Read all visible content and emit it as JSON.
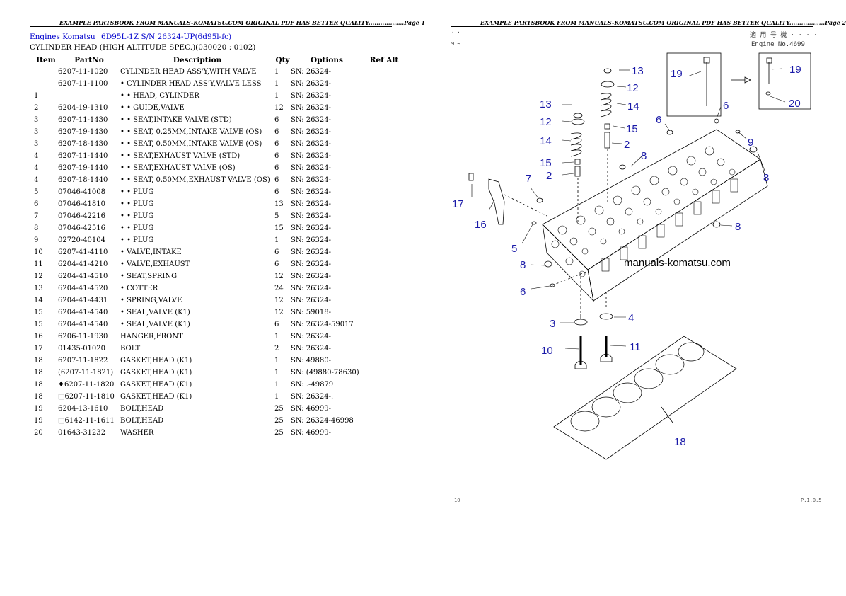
{
  "page1": {
    "header": "EXAMPLE PARTSBOOK FROM MANUALS-KOMATSU.COM ORIGINAL PDF HAS BETTER QUALITY..................Page 1",
    "breadcrumbs": [
      "Engines Komatsu",
      "6D95L-1Z S/N 26324-UP(6d95l-fc)"
    ],
    "subtitle": "CYLINDER HEAD (HIGH ALTITUDE SPEC.)(030020 : 0102)",
    "columns": [
      "Item",
      "PartNo",
      "Description",
      "Qty",
      "Options",
      "Ref Alt"
    ],
    "rows": [
      {
        "item": "",
        "part": "6207-11-1020",
        "desc": "CYLINDER HEAD ASS'Y,WITH VALVE",
        "qty": "1",
        "opt": "SN: 26324-",
        "ref": ""
      },
      {
        "item": "",
        "part": "6207-11-1100",
        "desc": "• CYLINDER HEAD ASS'Y,VALVE LESS",
        "qty": "1",
        "opt": "SN: 26324-",
        "ref": ""
      },
      {
        "item": "1",
        "part": "",
        "desc": "• • HEAD, CYLINDER",
        "qty": "1",
        "opt": "SN: 26324-",
        "ref": ""
      },
      {
        "item": "2",
        "part": "6204-19-1310",
        "desc": "• • GUIDE,VALVE",
        "qty": "12",
        "opt": "SN: 26324-",
        "ref": ""
      },
      {
        "item": "3",
        "part": "6207-11-1430",
        "desc": "• • SEAT,INTAKE VALVE (STD)",
        "qty": "6",
        "opt": "SN: 26324-",
        "ref": ""
      },
      {
        "item": "3",
        "part": "6207-19-1430",
        "desc": "• • SEAT, 0.25MM,INTAKE VALVE (OS)",
        "qty": "6",
        "opt": "SN: 26324-",
        "ref": ""
      },
      {
        "item": "3",
        "part": "6207-18-1430",
        "desc": "• • SEAT, 0.50MM,INTAKE VALVE (OS)",
        "qty": "6",
        "opt": "SN: 26324-",
        "ref": ""
      },
      {
        "item": "4",
        "part": "6207-11-1440",
        "desc": "• • SEAT,EXHAUST VALVE (STD)",
        "qty": "6",
        "opt": "SN: 26324-",
        "ref": ""
      },
      {
        "item": "4",
        "part": "6207-19-1440",
        "desc": "• • SEAT,EXHAUST VALVE (OS)",
        "qty": "6",
        "opt": "SN: 26324-",
        "ref": ""
      },
      {
        "item": "4",
        "part": "6207-18-1440",
        "desc": "• • SEAT, 0.50MM,EXHAUST VALVE (OS)",
        "qty": "6",
        "opt": "SN: 26324-",
        "ref": ""
      },
      {
        "item": "5",
        "part": "07046-41008",
        "desc": "• • PLUG",
        "qty": "6",
        "opt": "SN: 26324-",
        "ref": ""
      },
      {
        "item": "6",
        "part": "07046-41810",
        "desc": "• • PLUG",
        "qty": "13",
        "opt": "SN: 26324-",
        "ref": ""
      },
      {
        "item": "7",
        "part": "07046-42216",
        "desc": "• • PLUG",
        "qty": "5",
        "opt": "SN: 26324-",
        "ref": ""
      },
      {
        "item": "8",
        "part": "07046-42516",
        "desc": "• • PLUG",
        "qty": "15",
        "opt": "SN: 26324-",
        "ref": ""
      },
      {
        "item": "9",
        "part": "02720-40104",
        "desc": "• • PLUG",
        "qty": "1",
        "opt": "SN: 26324-",
        "ref": ""
      },
      {
        "item": "10",
        "part": "6207-41-4110",
        "desc": "• VALVE,INTAKE",
        "qty": "6",
        "opt": "SN: 26324-",
        "ref": ""
      },
      {
        "item": "11",
        "part": "6204-41-4210",
        "desc": "• VALVE,EXHAUST",
        "qty": "6",
        "opt": "SN: 26324-",
        "ref": ""
      },
      {
        "item": "12",
        "part": "6204-41-4510",
        "desc": "• SEAT,SPRING",
        "qty": "12",
        "opt": "SN: 26324-",
        "ref": ""
      },
      {
        "item": "13",
        "part": "6204-41-4520",
        "desc": "• COTTER",
        "qty": "24",
        "opt": "SN: 26324-",
        "ref": ""
      },
      {
        "item": "14",
        "part": "6204-41-4431",
        "desc": "• SPRING,VALVE",
        "qty": "12",
        "opt": "SN: 26324-",
        "ref": ""
      },
      {
        "item": "15",
        "part": "6204-41-4540",
        "desc": "• SEAL,VALVE (K1)",
        "qty": "12",
        "opt": "SN: 59018-",
        "ref": ""
      },
      {
        "item": "15",
        "part": "6204-41-4540",
        "desc": "• SEAL,VALVE (K1)",
        "qty": "6",
        "opt": "SN: 26324-59017",
        "ref": ""
      },
      {
        "item": "16",
        "part": "6206-11-1930",
        "desc": "HANGER,FRONT",
        "qty": "1",
        "opt": "SN: 26324-",
        "ref": ""
      },
      {
        "item": "17",
        "part": "01435-01020",
        "desc": "BOLT",
        "qty": "2",
        "opt": "SN: 26324-",
        "ref": ""
      },
      {
        "item": "18",
        "part": "6207-11-1822",
        "desc": "GASKET,HEAD (K1)",
        "qty": "1",
        "opt": "SN: 49880-",
        "ref": ""
      },
      {
        "item": "18",
        "part": "(6207-11-1821)",
        "desc": "GASKET,HEAD (K1)",
        "qty": "1",
        "opt": "SN: (49880-78630)",
        "ref": ""
      },
      {
        "item": "18",
        "part": "♦6207-11-1820",
        "desc": "GASKET,HEAD (K1)",
        "qty": "1",
        "opt": "SN: .-49879",
        "ref": ""
      },
      {
        "item": "18",
        "part": "□6207-11-1810",
        "desc": "GASKET,HEAD (K1)",
        "qty": "1",
        "opt": "SN: 26324-.",
        "ref": ""
      },
      {
        "item": "19",
        "part": "6204-13-1610",
        "desc": "BOLT,HEAD",
        "qty": "25",
        "opt": "SN: 46999-",
        "ref": ""
      },
      {
        "item": "19",
        "part": "□6142-11-1611",
        "desc": "BOLT,HEAD",
        "qty": "25",
        "opt": "SN: 26324-46998",
        "ref": ""
      },
      {
        "item": "20",
        "part": "01643-31232",
        "desc": "WASHER",
        "qty": "25",
        "opt": "SN: 46999-",
        "ref": ""
      }
    ]
  },
  "page2": {
    "header": "EXAMPLE PARTSBOOK FROM MANUALS-KOMATSU.COM ORIGINAL PDF HAS BETTER QUALITY..................Page 2",
    "watermark": "manuals-komatsu.com",
    "engine_label": "Engine No.4699",
    "callouts": [
      "13",
      "12",
      "14",
      "15",
      "2",
      "6",
      "8",
      "7",
      "17",
      "16",
      "5",
      "8",
      "6",
      "3",
      "10",
      "4",
      "11",
      "18",
      "19",
      "19",
      "20",
      "6",
      "9",
      "8",
      "13",
      "12",
      "14",
      "15",
      "2",
      "8",
      "8"
    ],
    "footer_left": "10",
    "footer_right": "P.1.0.5"
  }
}
